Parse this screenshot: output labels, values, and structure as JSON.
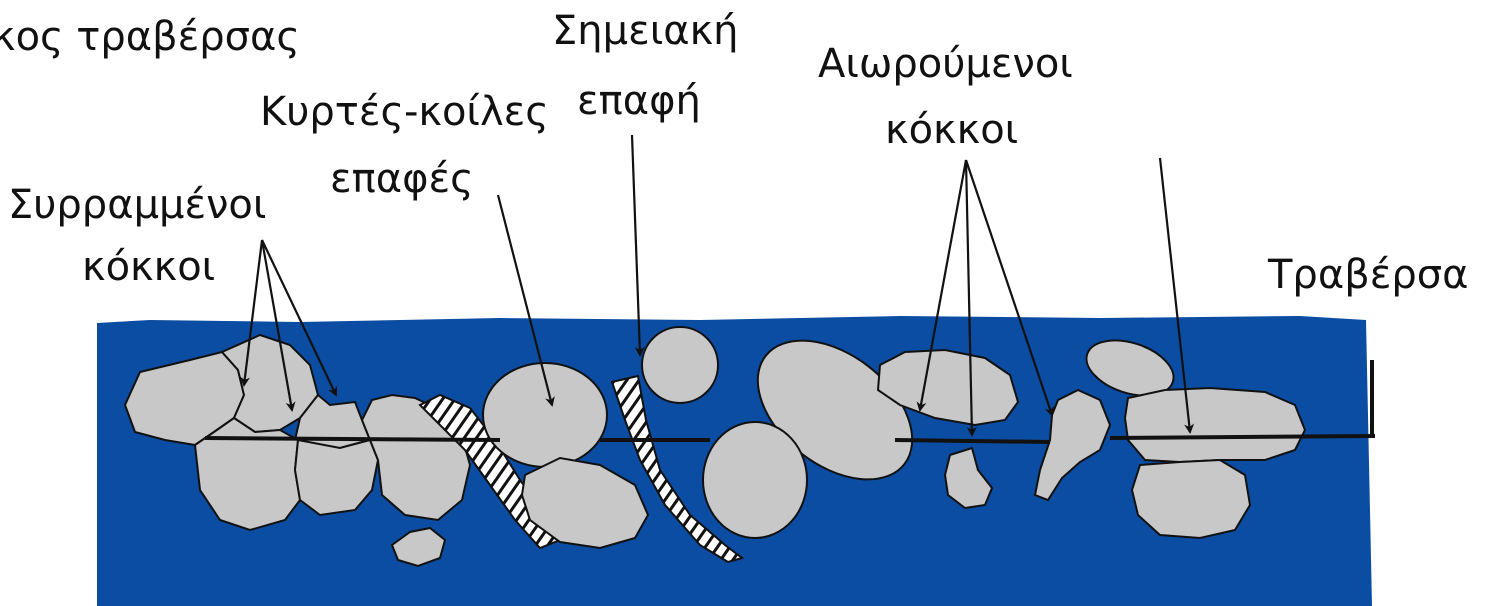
{
  "colors": {
    "matrix": "#0b4da2",
    "grain": "#c8c8c8",
    "outline": "#111111",
    "text": "#111111",
    "background": "#ffffff"
  },
  "labels": {
    "traverse_length": "κος τραβέρσας",
    "point_contact_line1": "Σημειακή",
    "point_contact_line2": "επαφή",
    "floating_grains_line1": "Αιωρούμενοι",
    "floating_grains_line2": "κόκκοι",
    "concavo_convex_line1": "Κυρτές-κοίλες",
    "concavo_convex_line2": "επαφές",
    "sutured_grains_line1": "Συρραμμένοι",
    "sutured_grains_line2": "κόκκοι",
    "traverse": "Τραβέρσα"
  }
}
